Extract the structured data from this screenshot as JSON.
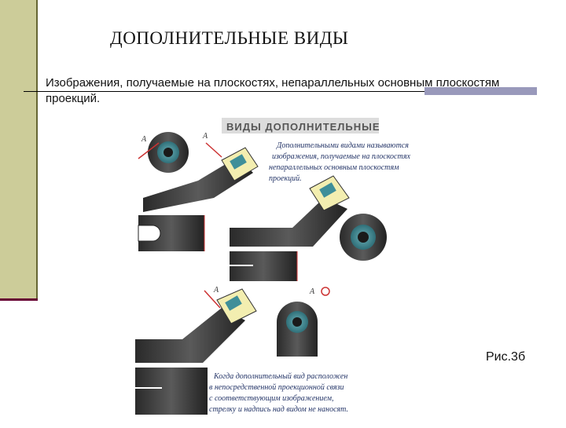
{
  "slide": {
    "title": "ДОПОЛНИТЕЛЬНЫЕ ВИДЫ",
    "subtitle": "Изображения, получаемые на плоскостях, непараллельных основным плоскостям проекций.",
    "caption": "Рис.3б"
  },
  "figure": {
    "heading": "ВИДЫ ДОПОЛНИТЕЛЬНЫЕ",
    "definition_lines": [
      "Дополнительными видами называются",
      "изображения, получаемые на плоскостях",
      "непараллельных основным плоскостям",
      "проекций."
    ],
    "note_lines": [
      "Когда дополнительный вид расположен",
      "в непосредственной проекционной связи",
      "с соответствующим изображением,",
      "стрелку и надпись над видом не наносят."
    ],
    "label_a": "А",
    "label_a_rotated": "А"
  },
  "colors": {
    "sidebar": "#cccc99",
    "rule_block": "#9999bb",
    "part_dark": "#3a3a3a",
    "part_teal": "#3f8f99",
    "part_yellow": "#f3eeb0",
    "arrow": "#cc3333"
  }
}
